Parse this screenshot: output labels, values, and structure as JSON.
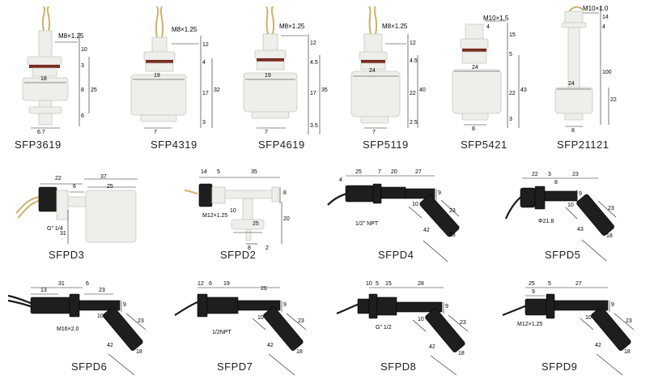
{
  "products": [
    {
      "id": "sfp3619",
      "model": "SFP3619",
      "thread": "M8×1.25",
      "dims": [
        "10",
        "3",
        "18",
        "8",
        "25",
        "6",
        "6.7"
      ]
    },
    {
      "id": "sfp4319",
      "model": "SFP4319",
      "thread": "M8×1.25",
      "dims": [
        "12",
        "4",
        "19",
        "17",
        "32",
        "3",
        "7"
      ]
    },
    {
      "id": "sfp4619",
      "model": "SFP4619",
      "thread": "M8×1.25",
      "dims": [
        "12",
        "4.5",
        "19",
        "17",
        "35",
        "3.5",
        "7"
      ]
    },
    {
      "id": "sfp5119",
      "model": "SFP5119",
      "thread": "M8×1.25",
      "dims": [
        "12",
        "4.5",
        "24",
        "22",
        "40",
        "2.5",
        "7"
      ]
    },
    {
      "id": "sfp5421",
      "model": "SFP5421",
      "thread": "M10×1.5",
      "dims": [
        "4",
        "15",
        "5",
        "24",
        "22",
        "43",
        "3",
        "8"
      ]
    },
    {
      "id": "sfp21121",
      "model": "SFP21121",
      "thread": "M10×1.0",
      "dims": [
        "14",
        "4",
        "100",
        "24",
        "22",
        "8"
      ]
    },
    {
      "id": "sfpd3",
      "model": "SFPD3",
      "thread": "G\" 1/4",
      "dims": [
        "22",
        "37",
        "6",
        "25",
        "31"
      ]
    },
    {
      "id": "sfpd2",
      "model": "SFPD2",
      "thread": "M12×1.25",
      "dims": [
        "14",
        "5",
        "35",
        "8",
        "10",
        "20",
        "25",
        "8",
        "2"
      ]
    },
    {
      "id": "sfpd4",
      "model": "SFPD4",
      "thread": "1/2\" NPT",
      "dims": [
        "25",
        "7",
        "20",
        "27",
        "4",
        "9",
        "10",
        "23",
        "42",
        "18"
      ]
    },
    {
      "id": "sfpd5",
      "model": "SFPD5",
      "thread": "Φ21.8",
      "dims": [
        "22",
        "3",
        "23",
        "8",
        "9",
        "10",
        "23",
        "43",
        "18"
      ]
    },
    {
      "id": "sfpd6",
      "model": "SFPD6",
      "thread": "M16×2.0",
      "dims": [
        "31",
        "6",
        "13",
        "23",
        "9",
        "10",
        "23",
        "42",
        "18"
      ]
    },
    {
      "id": "sfpd7",
      "model": "SFPD7",
      "thread": "1/2NPT",
      "dims": [
        "12",
        "6",
        "19",
        "26",
        "9",
        "10",
        "23",
        "42",
        "18"
      ]
    },
    {
      "id": "sfpd8",
      "model": "SFPD8",
      "thread": "G\" 1/2",
      "dims": [
        "10",
        "5",
        "15",
        "28",
        "9",
        "10",
        "23",
        "42",
        "18"
      ]
    },
    {
      "id": "sfpd9",
      "model": "SFPD9",
      "thread": "M12×1.25",
      "dims": [
        "25",
        "5",
        "9",
        "27",
        "9",
        "10",
        "23",
        "42",
        "18"
      ]
    }
  ]
}
